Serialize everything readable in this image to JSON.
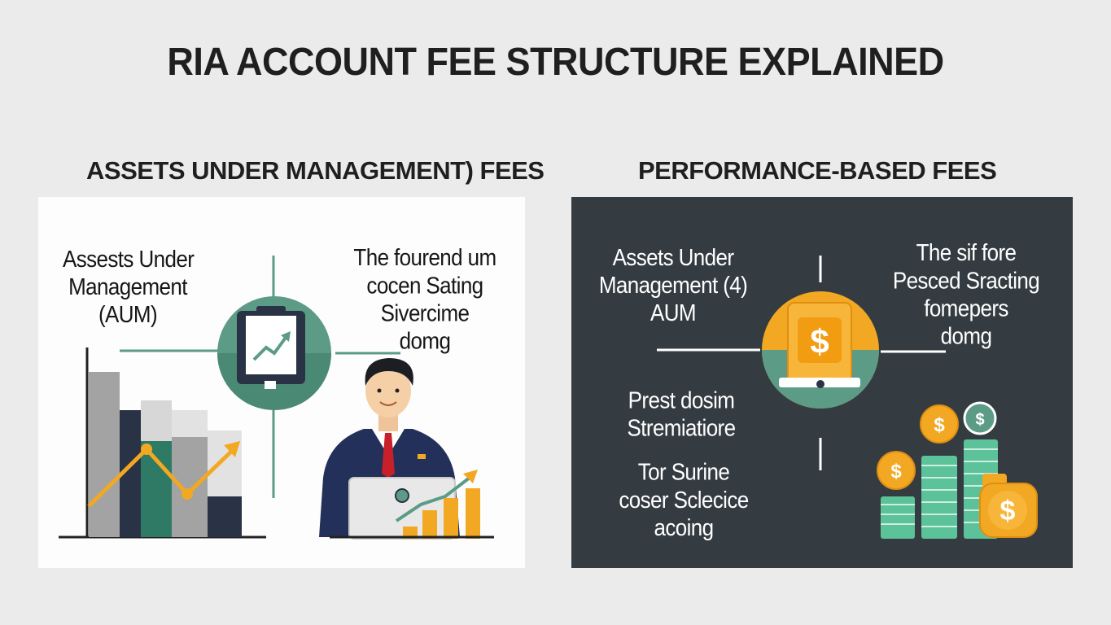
{
  "title": "RIA ACCOUNT FEE STRUCTURE EXPLAINED",
  "sections": {
    "aum": {
      "title": "ASSETS UNDER MANAGEMENT) FEES",
      "left_label": [
        "Assests Under",
        "Management",
        "(AUM)"
      ],
      "right_label": [
        "The fourend um",
        "cocen Sating",
        "Sivercime",
        "domg"
      ]
    },
    "performance": {
      "title": "PERFORMANCE-BASED FEES",
      "left_label": [
        "Assets Under",
        "Management (4)",
        "AUM"
      ],
      "right_label": [
        "The sif fore",
        "Pesced Sracting",
        "fomepers",
        "domg"
      ],
      "middle_label": [
        "Prest dosim",
        "Stremiatiore"
      ],
      "bottom_label": [
        "Tor Surine",
        "coser Sclecice",
        "acoing"
      ],
      "currency_symbol": "$"
    }
  },
  "colors": {
    "background": "#ebebeb",
    "dark_panel": "#343c42",
    "teal": "#5c9b85",
    "gold": "#f2a822",
    "gray_bar": "#a0a0a0",
    "navy": "#2a3345"
  },
  "icons": [
    "tablet-chart-icon",
    "businessman-icon",
    "laptop-icon",
    "money-bag-icon",
    "coin-stack-icon"
  ]
}
